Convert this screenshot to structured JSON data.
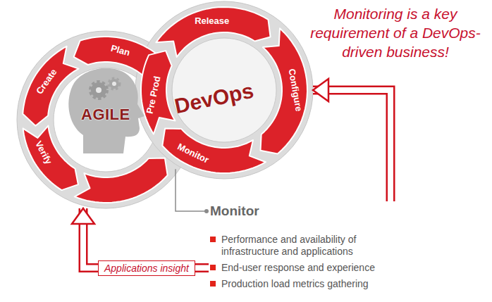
{
  "diagram": {
    "nodes": [
      {
        "text": [
          "AGILE"
        ]
      },
      {
        "text": [
          "Create"
        ],
        "in": 0
      },
      {
        "text": [
          "Plan"
        ],
        "in": 0
      },
      {
        "text": [
          "Verify"
        ],
        "in": 0
      },
      {
        "text": [
          "DevOps"
        ]
      },
      {
        "text": [
          "Pre Prod"
        ],
        "in": 4
      },
      {
        "text": [
          "Release"
        ],
        "in": 4
      },
      {
        "text": [
          "Configure"
        ],
        "in": 4
      },
      {
        "text": [
          "Monitor"
        ],
        "in": 4
      },
      {
        "text": [
          "Monitor",
          "Performance and availability of infrastructure and applications",
          "End-user response and experience",
          "Production load metrics gathering"
        ]
      }
    ],
    "edges": [
      {
        "from": 8,
        "to": 9,
        "arrow": "none"
      },
      {
        "from": 9,
        "to": 0,
        "arrow": "to",
        "label": "Applications insight"
      },
      {
        "from": 9,
        "to": 4,
        "arrow": "to"
      }
    ],
    "labels": [
      "Monitoring is a key requirement of a DevOps-driven business!"
    ]
  }
}
